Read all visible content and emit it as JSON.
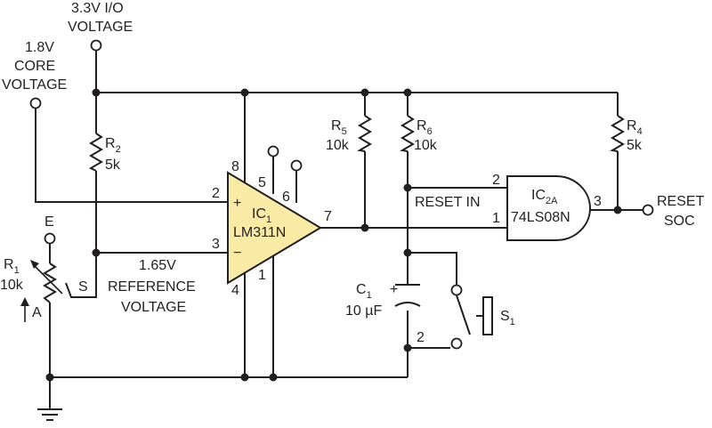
{
  "labels": {
    "io_voltage_1": "3.3V I/O",
    "io_voltage_2": "VOLTAGE",
    "core_voltage_1": "1.8V",
    "core_voltage_2": "CORE",
    "core_voltage_3": "VOLTAGE",
    "ref_voltage_1": "1.65V",
    "ref_voltage_2": "REFERENCE",
    "ref_voltage_3": "VOLTAGE",
    "reset_in": "RESET IN",
    "reset_soc_1": "RESET",
    "reset_soc_2": "SOC"
  },
  "components": {
    "r1": {
      "name": "R",
      "sub": "1",
      "value": "10k",
      "pin_e": "E",
      "pin_s": "S",
      "pin_a": "A"
    },
    "r2": {
      "name": "R",
      "sub": "2",
      "value": "5k"
    },
    "r4": {
      "name": "R",
      "sub": "4",
      "value": "5k"
    },
    "r5": {
      "name": "R",
      "sub": "5",
      "value": "10k"
    },
    "r6": {
      "name": "R",
      "sub": "6",
      "value": "10k"
    },
    "c1": {
      "name": "C",
      "sub": "1",
      "value": "10 µF",
      "polarity": "+"
    },
    "s1": {
      "name": "S",
      "sub": "1",
      "pin": "2"
    },
    "ic1": {
      "name": "IC",
      "sub": "1",
      "part": "LM311N",
      "plus": "+",
      "minus": "−",
      "pins": {
        "p2": "2",
        "p3": "3",
        "p8": "8",
        "p5": "5",
        "p6": "6",
        "p7": "7",
        "p4": "4",
        "p1": "1"
      }
    },
    "ic2a": {
      "name": "IC",
      "sub": "2A",
      "part": "74LS08N",
      "pins": {
        "p2": "2",
        "p1": "1",
        "p3": "3"
      }
    }
  }
}
